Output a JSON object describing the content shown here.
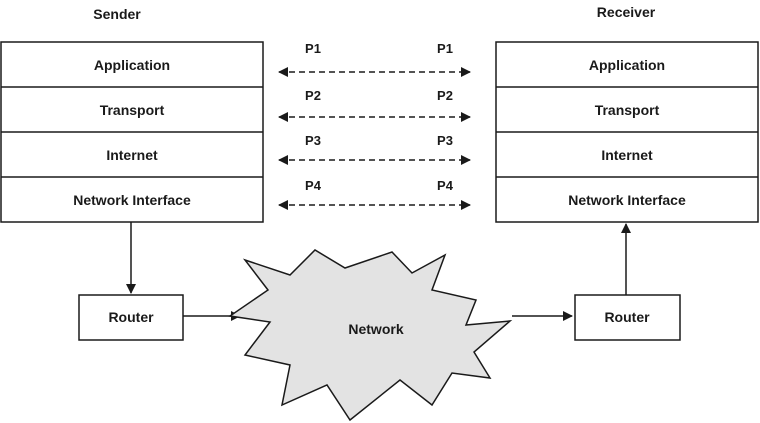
{
  "sender": {
    "title": "Sender",
    "layers": [
      "Application",
      "Transport",
      "Internet",
      "Network Interface"
    ],
    "router": "Router"
  },
  "receiver": {
    "title": "Receiver",
    "layers": [
      "Application",
      "Transport",
      "Internet",
      "Network Interface"
    ],
    "router": "Router"
  },
  "network": {
    "label": "Network"
  },
  "protocols": [
    {
      "left": "P1",
      "right": "P1"
    },
    {
      "left": "P2",
      "right": "P2"
    },
    {
      "left": "P3",
      "right": "P3"
    },
    {
      "left": "P4",
      "right": "P4"
    }
  ],
  "colors": {
    "stroke": "#1a1a1a",
    "cloud_fill": "#e3e3e3",
    "box_fill": "#ffffff"
  }
}
